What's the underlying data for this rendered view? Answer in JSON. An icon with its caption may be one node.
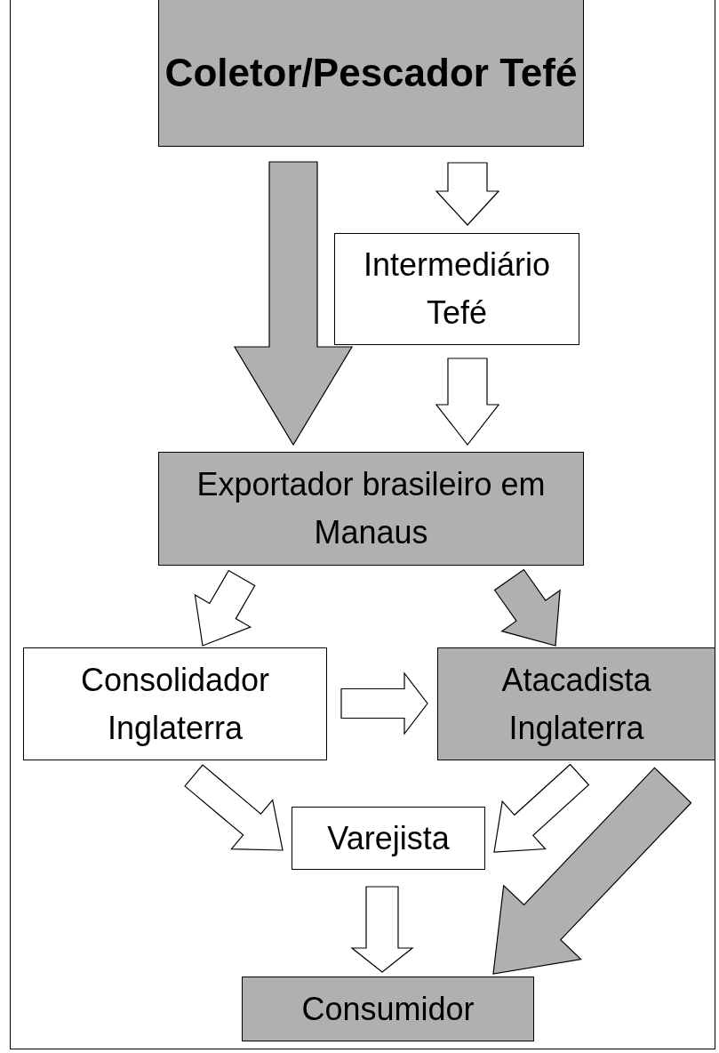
{
  "diagram": {
    "nodes": [
      {
        "text": [
          "Coletor/Pescador Tefé"
        ]
      },
      {
        "text": [
          "Intermediário Tefé"
        ]
      },
      {
        "text": [
          "Exportador brasileiro em Manaus"
        ]
      },
      {
        "text": [
          "Consolidador Inglaterra"
        ]
      },
      {
        "text": [
          "Atacadista Inglaterra"
        ]
      },
      {
        "text": [
          "Varejista"
        ]
      },
      {
        "text": [
          "Consumidor"
        ]
      }
    ],
    "edges": [
      {
        "from": 0,
        "to": 2,
        "arrow": "to",
        "style": "thick",
        "color": "#b0b0b0"
      },
      {
        "from": 0,
        "to": 1,
        "arrow": "to"
      },
      {
        "from": 1,
        "to": 2,
        "arrow": "to"
      },
      {
        "from": 2,
        "to": 3,
        "arrow": "to"
      },
      {
        "from": 2,
        "to": 4,
        "arrow": "to",
        "color": "#b0b0b0"
      },
      {
        "from": 3,
        "to": 4,
        "arrow": "to"
      },
      {
        "from": 3,
        "to": 5,
        "arrow": "to"
      },
      {
        "from": 4,
        "to": 5,
        "arrow": "to"
      },
      {
        "from": 4,
        "to": 6,
        "arrow": "to",
        "style": "thick",
        "color": "#b0b0b0"
      },
      {
        "from": 5,
        "to": 6,
        "arrow": "to"
      }
    ]
  }
}
